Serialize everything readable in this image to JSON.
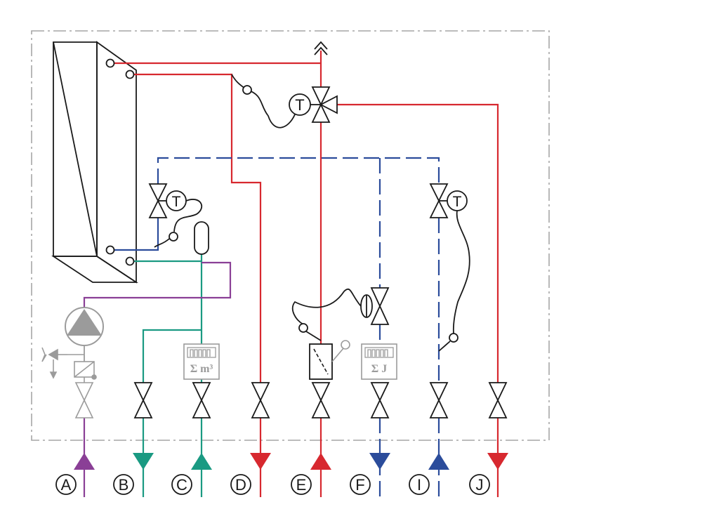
{
  "colors": {
    "hot": "#d7282f",
    "cold": "#2b4c9b",
    "green": "#1a9a82",
    "purple": "#8a3f96",
    "grey": "#9b9b9b",
    "black": "#1a1a1a",
    "frame": "#a6a6a6"
  },
  "connections": [
    {
      "letter": "A",
      "color": "purple",
      "direction": "up"
    },
    {
      "letter": "B",
      "color": "green",
      "direction": "down"
    },
    {
      "letter": "C",
      "color": "green",
      "direction": "up"
    },
    {
      "letter": "D",
      "color": "hot",
      "direction": "down"
    },
    {
      "letter": "E",
      "color": "hot",
      "direction": "up"
    },
    {
      "letter": "F",
      "color": "cold",
      "direction": "down"
    },
    {
      "letter": "I",
      "color": "cold",
      "direction": "up"
    },
    {
      "letter": "J",
      "color": "hot",
      "direction": "down"
    }
  ],
  "controllers": {
    "thermostat_top": "T",
    "thermostat_left": "T",
    "thermostat_right": "T"
  },
  "meters": {
    "volume": "Σ m³",
    "energy": "Σ J"
  }
}
